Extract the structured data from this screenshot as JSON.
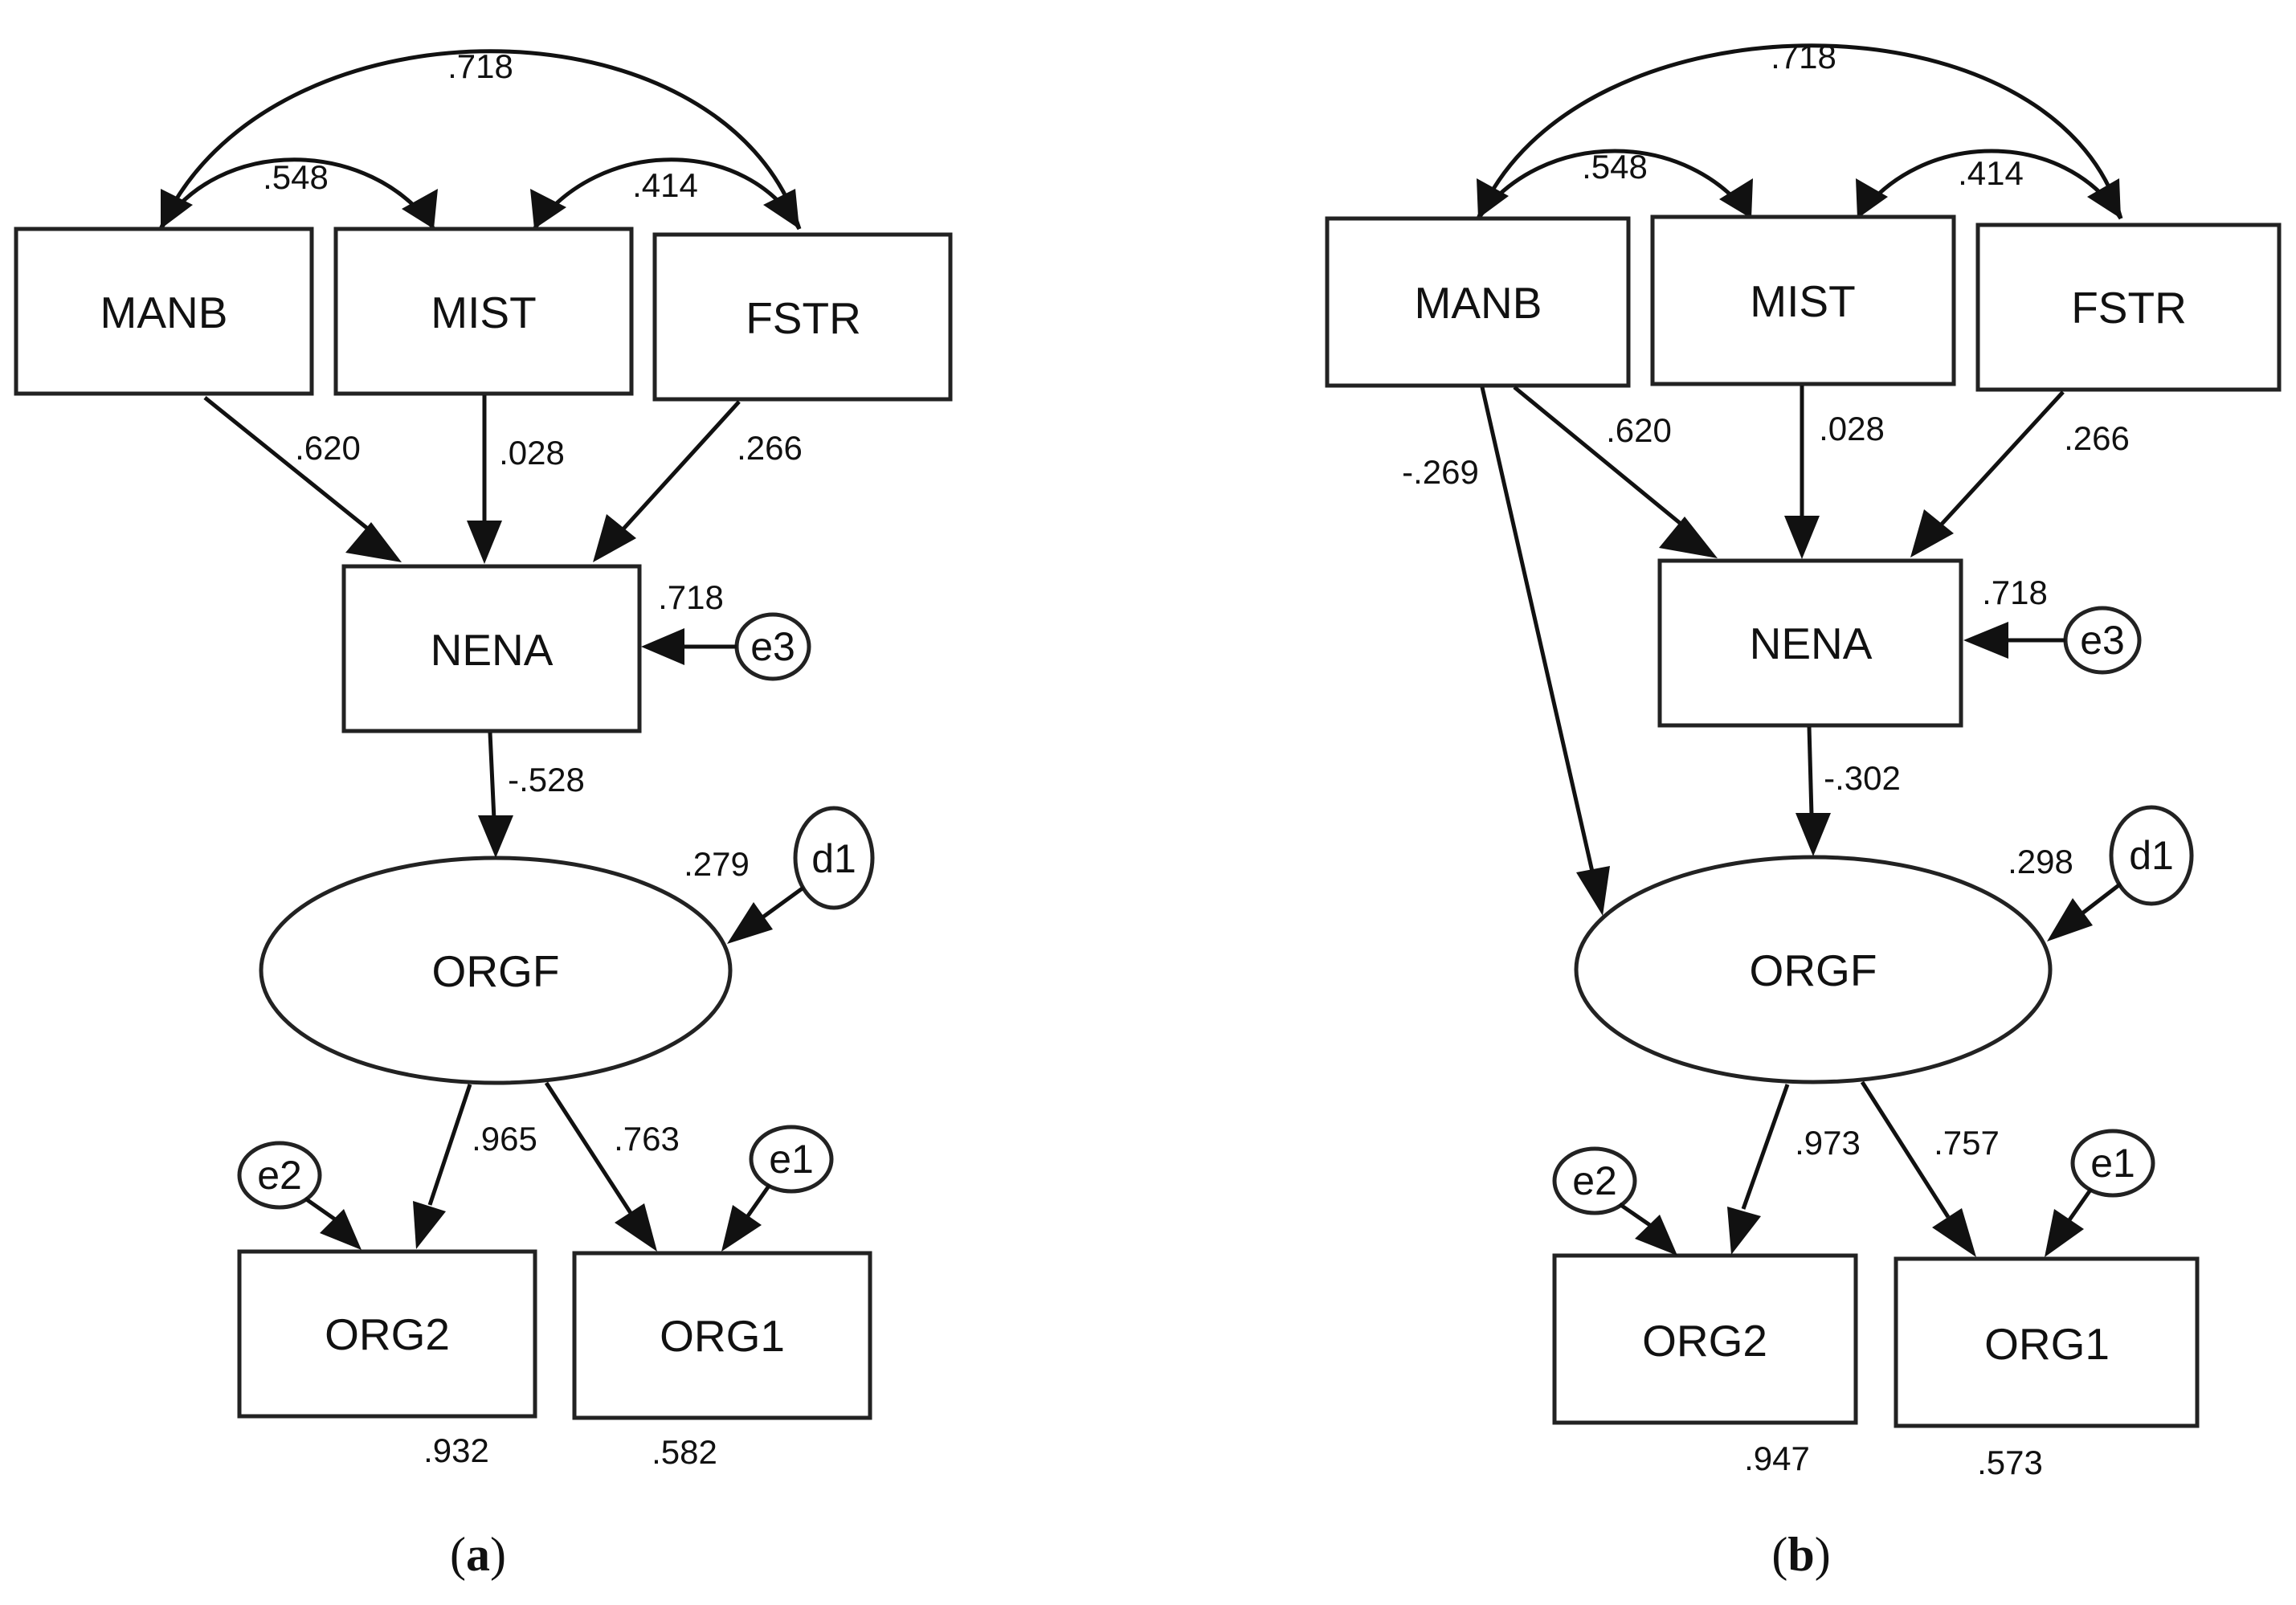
{
  "panels": [
    {
      "id": "a",
      "caption_open": "(",
      "caption_letter": "a",
      "caption_close": ")",
      "nodes": {
        "manb": "MANB",
        "mist": "MIST",
        "fstr": "FSTR",
        "nena": "NENA",
        "orgf": "ORGF",
        "org2": "ORG2",
        "org1": "ORG1",
        "e3": "e3",
        "d1": "d1",
        "e2": "e2",
        "e1": "e1"
      },
      "coefficients": {
        "cov_manb_fstr": ".718",
        "cov_manb_mist": ".548",
        "cov_mist_fstr": ".414",
        "manb_nena": ".620",
        "mist_nena": ".028",
        "fstr_nena": ".266",
        "nena_r2": ".718",
        "nena_orgf": "-.528",
        "orgf_r2": ".279",
        "orgf_org2": ".965",
        "orgf_org1": ".763",
        "org2_r2": ".932",
        "org1_r2": ".582"
      }
    },
    {
      "id": "b",
      "caption_open": "(",
      "caption_letter": "b",
      "caption_close": ")",
      "nodes": {
        "manb": "MANB",
        "mist": "MIST",
        "fstr": "FSTR",
        "nena": "NENA",
        "orgf": "ORGF",
        "org2": "ORG2",
        "org1": "ORG1",
        "e3": "e3",
        "d1": "d1",
        "e2": "e2",
        "e1": "e1"
      },
      "coefficients": {
        "cov_manb_fstr": ".718",
        "cov_manb_mist": ".548",
        "cov_mist_fstr": ".414",
        "manb_nena": ".620",
        "mist_nena": ".028",
        "fstr_nena": ".266",
        "manb_orgf": "-.269",
        "nena_r2": ".718",
        "nena_orgf": "-.302",
        "orgf_r2": ".298",
        "orgf_org2": ".973",
        "orgf_org1": ".757",
        "org2_r2": ".947",
        "org1_r2": ".573"
      }
    }
  ]
}
